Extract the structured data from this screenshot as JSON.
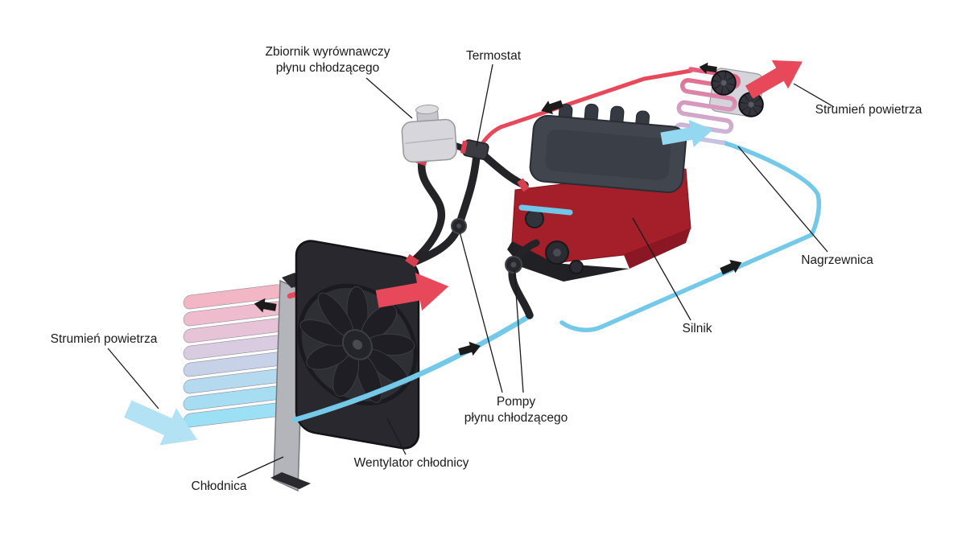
{
  "diagram": {
    "background": "#ffffff",
    "labels": {
      "expansion_tank": {
        "line1": "Zbiornik wyrównawczy",
        "line2": "płynu chłodzącego"
      },
      "thermostat": {
        "text": "Termostat"
      },
      "air_stream_right": {
        "text": "Strumień powietrza"
      },
      "heater_core": {
        "text": "Nagrzewnica"
      },
      "engine": {
        "text": "Silnik"
      },
      "coolant_pumps": {
        "line1": "Pompy",
        "line2": "płynu chłodzącego"
      },
      "radiator_fan": {
        "text": "Wentylator chłodnicy"
      },
      "radiator": {
        "text": "Chłodnica"
      },
      "air_stream_left": {
        "text": "Strumień powietrza"
      }
    },
    "colors": {
      "hot_coolant": "#e8495a",
      "cold_coolant": "#74c9e8",
      "hot_air_arrow": "#e8495a",
      "cold_air_arrow": "#b3e2f4",
      "flow_arrow": "#1b1b1b",
      "hose": "#232328",
      "engine_block": "#a51f2a",
      "radiator_panel": "#b4b4bb",
      "label_text": "#1b1b1b"
    }
  }
}
